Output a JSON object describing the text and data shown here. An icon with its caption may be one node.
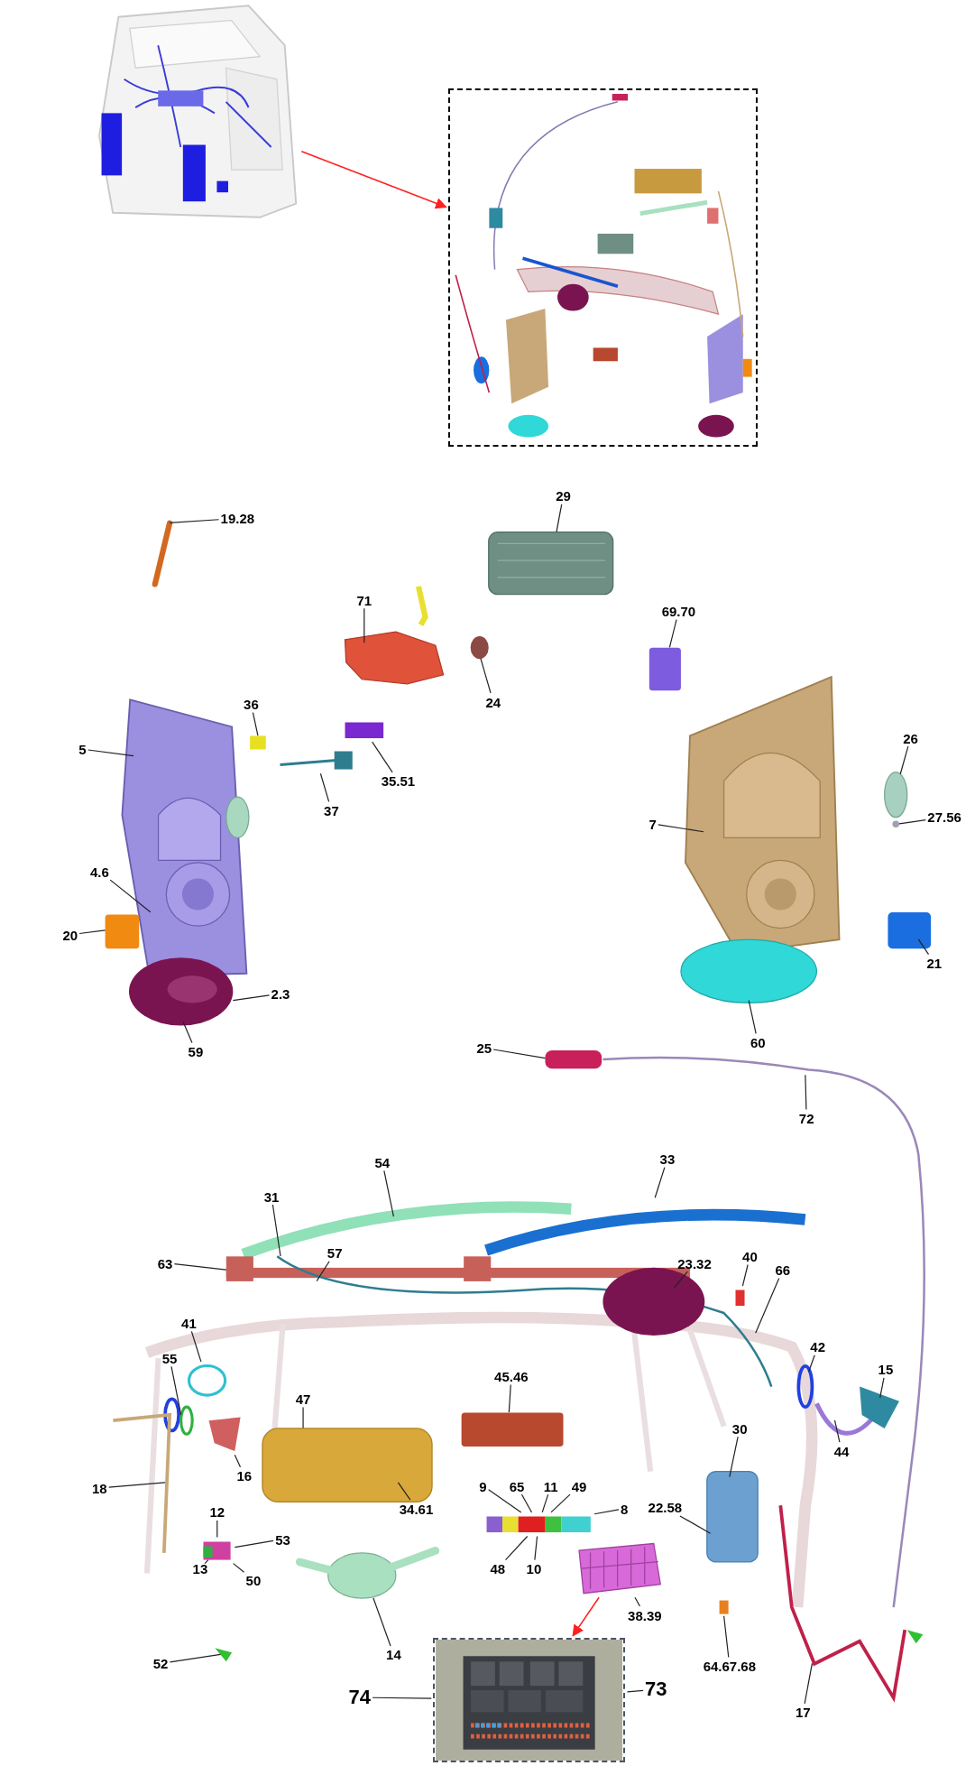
{
  "diagram": {
    "nodes": [
      {
        "text": [],
        "shape": "picture"
      },
      {
        "text": [],
        "shape": "picture"
      },
      {
        "text": [],
        "shape": "picture"
      },
      {
        "text": [],
        "shape": "picture"
      },
      {
        "text": [
          "19.28"
        ]
      },
      {
        "text": [
          "29"
        ]
      },
      {
        "text": [
          "71"
        ]
      },
      {
        "text": [
          "69.70"
        ]
      },
      {
        "text": [
          "36"
        ]
      },
      {
        "text": [
          "24"
        ]
      },
      {
        "text": [
          "5"
        ]
      },
      {
        "text": [
          "26"
        ]
      },
      {
        "text": [
          "35.51"
        ]
      },
      {
        "text": [
          "37"
        ]
      },
      {
        "text": [
          "7"
        ]
      },
      {
        "text": [
          "27.56"
        ]
      },
      {
        "text": [
          "4.6"
        ]
      },
      {
        "text": [
          "20"
        ]
      },
      {
        "text": [
          "21"
        ]
      },
      {
        "text": [
          "2.3"
        ]
      },
      {
        "text": [
          "59"
        ]
      },
      {
        "text": [
          "60"
        ]
      },
      {
        "text": [
          "25"
        ]
      },
      {
        "text": [
          "72"
        ]
      },
      {
        "text": [
          "54"
        ]
      },
      {
        "text": [
          "33"
        ]
      },
      {
        "text": [
          "31"
        ]
      },
      {
        "text": [
          "63"
        ]
      },
      {
        "text": [
          "57"
        ]
      },
      {
        "text": [
          "23.32"
        ]
      },
      {
        "text": [
          "40"
        ]
      },
      {
        "text": [
          "66"
        ]
      },
      {
        "text": [
          "41"
        ]
      },
      {
        "text": [
          "55"
        ]
      },
      {
        "text": [
          "42"
        ]
      },
      {
        "text": [
          "15"
        ]
      },
      {
        "text": [
          "45.46"
        ]
      },
      {
        "text": [
          "47"
        ]
      },
      {
        "text": [
          "30"
        ]
      },
      {
        "text": [
          "16"
        ]
      },
      {
        "text": [
          "44"
        ]
      },
      {
        "text": [
          "18"
        ]
      },
      {
        "text": [
          "9"
        ]
      },
      {
        "text": [
          "65"
        ]
      },
      {
        "text": [
          "11"
        ]
      },
      {
        "text": [
          "49"
        ]
      },
      {
        "text": [
          "8"
        ]
      },
      {
        "text": [
          "22.58"
        ]
      },
      {
        "text": [
          "34.61"
        ]
      },
      {
        "text": [
          "12"
        ]
      },
      {
        "text": [
          "53"
        ]
      },
      {
        "text": [
          "48"
        ]
      },
      {
        "text": [
          "10"
        ]
      },
      {
        "text": [
          "13"
        ]
      },
      {
        "text": [
          "50"
        ]
      },
      {
        "text": [
          "38.39"
        ]
      },
      {
        "text": [
          "52"
        ]
      },
      {
        "text": [
          "14"
        ]
      },
      {
        "text": [
          "64.67.68"
        ]
      },
      {
        "text": [
          "17"
        ]
      },
      {
        "text": [
          "74"
        ]
      },
      {
        "text": [
          "73"
        ]
      },
      {
        "text": [],
        "shape": "picture"
      },
      {
        "text": [],
        "shape": "picture"
      },
      {
        "text": [],
        "shape": "box"
      },
      {
        "text": [],
        "shape": "circle"
      },
      {
        "text": [],
        "shape": "picture"
      },
      {
        "text": [],
        "shape": "picture"
      },
      {
        "text": [],
        "shape": "picture"
      },
      {
        "text": [],
        "shape": "box"
      }
    ],
    "edges": [
      {
        "from": 4,
        "to": null,
        "arrow": "none"
      },
      {
        "from": 5,
        "to": null,
        "arrow": "none"
      },
      {
        "from": 6,
        "to": null,
        "arrow": "none"
      },
      {
        "from": 7,
        "to": null,
        "arrow": "none"
      },
      {
        "from": 8,
        "to": null,
        "arrow": "none"
      },
      {
        "from": 9,
        "to": null,
        "arrow": "none"
      },
      {
        "from": 10,
        "to": null,
        "arrow": "none"
      },
      {
        "from": 11,
        "to": null,
        "arrow": "none"
      },
      {
        "from": 12,
        "to": 69,
        "arrow": "none"
      },
      {
        "from": 13,
        "to": 62,
        "arrow": "none"
      },
      {
        "from": 14,
        "to": null,
        "arrow": "none"
      },
      {
        "from": 15,
        "to": null,
        "arrow": "none"
      },
      {
        "from": 16,
        "to": null,
        "arrow": "none"
      },
      {
        "from": 17,
        "to": null,
        "arrow": "none"
      },
      {
        "from": 18,
        "to": null,
        "arrow": "none"
      },
      {
        "from": 19,
        "to": null,
        "arrow": "none"
      },
      {
        "from": 20,
        "to": null,
        "arrow": "none"
      },
      {
        "from": 21,
        "to": null,
        "arrow": "none"
      },
      {
        "from": 22,
        "to": null,
        "arrow": "none"
      },
      {
        "from": 23,
        "to": null,
        "arrow": "none"
      },
      {
        "from": 24,
        "to": null,
        "arrow": "none"
      },
      {
        "from": 25,
        "to": 63,
        "arrow": "none"
      },
      {
        "from": 26,
        "to": null,
        "arrow": "none"
      },
      {
        "from": 27,
        "to": null,
        "arrow": "none"
      },
      {
        "from": 28,
        "to": null,
        "arrow": "none"
      },
      {
        "from": 29,
        "to": null,
        "arrow": "none"
      },
      {
        "from": 30,
        "to": 64,
        "arrow": "none"
      },
      {
        "from": 31,
        "to": null,
        "arrow": "none"
      },
      {
        "from": 32,
        "to": 65,
        "arrow": "none"
      },
      {
        "from": 33,
        "to": null,
        "arrow": "none"
      },
      {
        "from": 34,
        "to": null,
        "arrow": "none"
      },
      {
        "from": 35,
        "to": null,
        "arrow": "none"
      },
      {
        "from": 36,
        "to": null,
        "arrow": "none"
      },
      {
        "from": 37,
        "to": null,
        "arrow": "none"
      },
      {
        "from": 38,
        "to": null,
        "arrow": "none"
      },
      {
        "from": 39,
        "to": 66,
        "arrow": "none"
      },
      {
        "from": 40,
        "to": null,
        "arrow": "none"
      },
      {
        "from": 41,
        "to": null,
        "arrow": "none"
      },
      {
        "from": 42,
        "to": 67,
        "arrow": "none"
      },
      {
        "from": 43,
        "to": 67,
        "arrow": "none"
      },
      {
        "from": 44,
        "to": 67,
        "arrow": "none"
      },
      {
        "from": 45,
        "to": 67,
        "arrow": "none"
      },
      {
        "from": 46,
        "to": 67,
        "arrow": "none"
      },
      {
        "from": 47,
        "to": null,
        "arrow": "none"
      },
      {
        "from": 48,
        "to": null,
        "arrow": "none"
      },
      {
        "from": 49,
        "to": 68,
        "arrow": "none"
      },
      {
        "from": 50,
        "to": 68,
        "arrow": "none"
      },
      {
        "from": 51,
        "to": 67,
        "arrow": "none"
      },
      {
        "from": 52,
        "to": 67,
        "arrow": "none"
      },
      {
        "from": 53,
        "to": 68,
        "arrow": "none"
      },
      {
        "from": 54,
        "to": 68,
        "arrow": "none"
      },
      {
        "from": 55,
        "to": 2,
        "arrow": "none"
      },
      {
        "from": 56,
        "to": null,
        "arrow": "none"
      },
      {
        "from": 57,
        "to": null,
        "arrow": "none"
      },
      {
        "from": 58,
        "to": null,
        "arrow": "none"
      },
      {
        "from": 59,
        "to": null,
        "arrow": "none"
      },
      {
        "from": 60,
        "to": 3,
        "arrow": "none"
      },
      {
        "from": 61,
        "to": 3,
        "arrow": "none"
      },
      {
        "from": 0,
        "to": 1,
        "arrow": "to",
        "color": "#ff2020"
      },
      {
        "from": 2,
        "to": 3,
        "arrow": "to",
        "color": "#ff2020"
      }
    ]
  }
}
